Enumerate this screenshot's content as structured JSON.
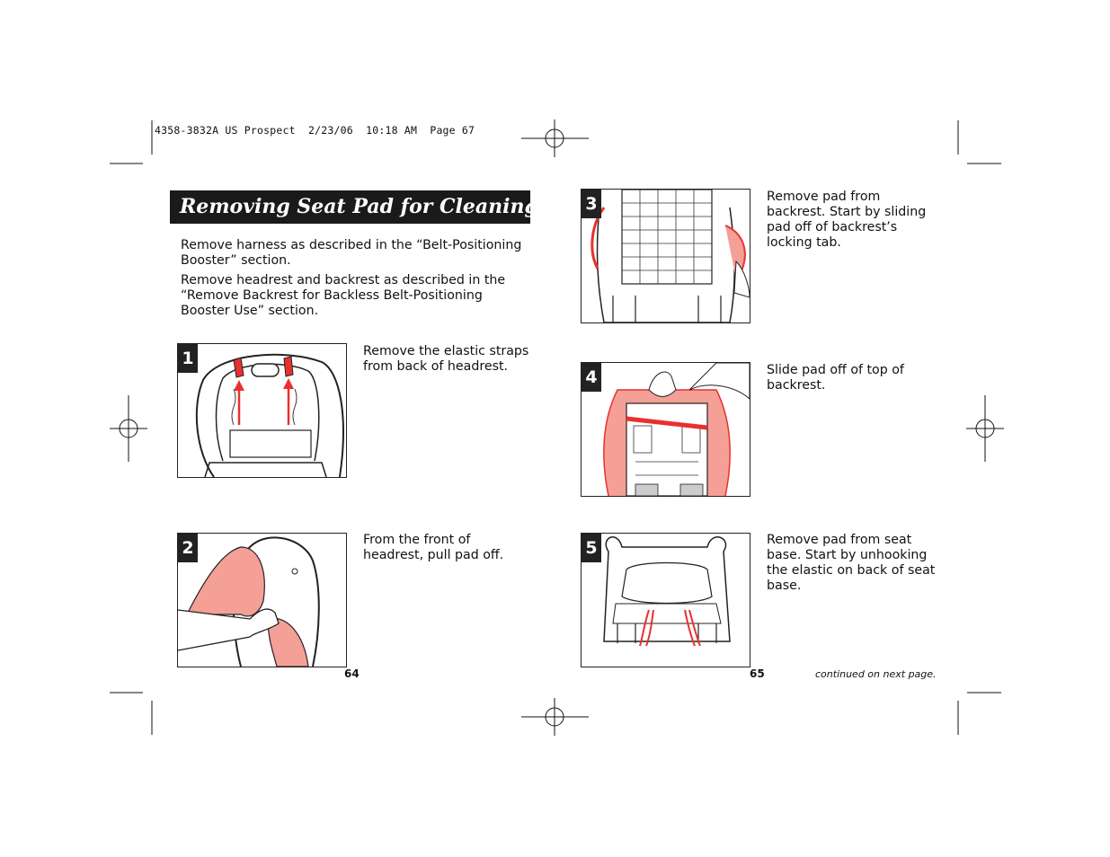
{
  "slug": "4358-3832A US Prospect  2/23/06  10:18 AM  Page 67",
  "title": "Removing Seat Pad for Cleaning",
  "intro": [
    "Remove harness as described in the “Belt-Positioning Booster” section.",
    "Remove headrest and backrest as described in the “Remove Backrest for Backless Belt-Positioning Booster Use” section."
  ],
  "steps": [
    {
      "num": "1",
      "text": "Remove the elastic straps from back of headrest."
    },
    {
      "num": "2",
      "text": "From the front of headrest, pull pad off."
    },
    {
      "num": "3",
      "text": "Remove pad from backrest. Start by sliding pad off of backrest’s locking tab."
    },
    {
      "num": "4",
      "text": "Slide pad off of top of backrest."
    },
    {
      "num": "5",
      "text": "Remove pad from seat base.  Start by unhooking the elastic on back of seat base."
    }
  ],
  "page_left": "64",
  "page_right": "65",
  "continued": "continued on next page.",
  "colors": {
    "accent_red": "#e8312f",
    "pad_pink": "#f4a096",
    "title_bg": "#1a1a1a"
  }
}
